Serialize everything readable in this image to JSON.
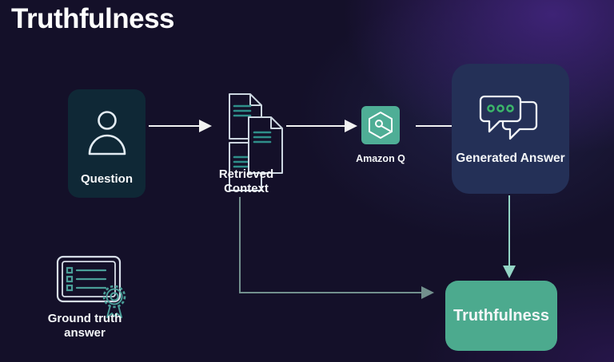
{
  "diagram": {
    "title": "Truthfulness",
    "nodes": {
      "question": {
        "label": "Question",
        "icon": "person-icon"
      },
      "retrieved_context": {
        "label": "Retrieved Context",
        "icon": "documents-icon"
      },
      "amazon_q": {
        "label": "Amazon Q",
        "icon": "amazon-q-hexagon-icon"
      },
      "generated_answer": {
        "label": "Generated Answer",
        "icon": "chat-bubbles-icon"
      },
      "truthfulness": {
        "label": "Truthfulness"
      },
      "ground_truth": {
        "label": "Ground truth answer",
        "icon": "certificate-icon"
      }
    },
    "edges": [
      {
        "from": "question",
        "to": "retrieved_context"
      },
      {
        "from": "retrieved_context",
        "to": "amazon_q"
      },
      {
        "from": "amazon_q",
        "to": "generated_answer"
      },
      {
        "from": "generated_answer",
        "to": "truthfulness"
      },
      {
        "from": "retrieved_context",
        "to": "truthfulness"
      }
    ],
    "colors": {
      "background": "#141029",
      "background_glow_purple": "#40247a",
      "question_box": "#0f2836",
      "generated_answer_box": "#243057",
      "amazon_q_accent": "#4fae96",
      "truthfulness_box": "#4caa8e",
      "document_lines_teal": "#2f8f8a",
      "chat_dots_green": "#3cb56a",
      "arrow_white": "#f2f2f2",
      "arrow_teal": "#93d5c5",
      "connector_sage": "#72908d"
    }
  }
}
